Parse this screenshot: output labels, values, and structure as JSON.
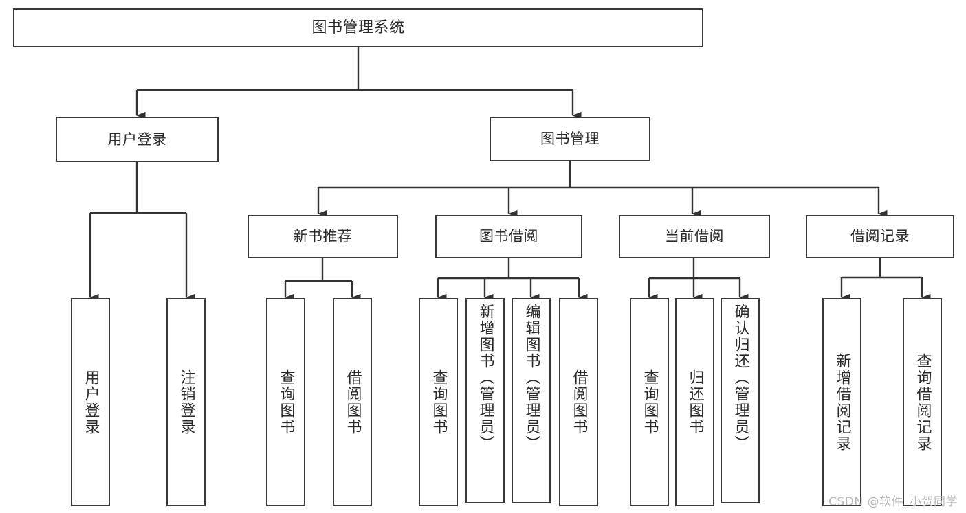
{
  "diagram": {
    "title": "图书管理系统",
    "type": "tree-hierarchy-diagram",
    "colors": {
      "box_border": "#3a3a3a",
      "box_fill": "#ffffff",
      "connector": "#333333",
      "text": "#2b2b2b",
      "watermark": "#b9b9b9",
      "background": "#ffffff"
    },
    "root": {
      "label": "图书管理系统"
    },
    "level2": [
      {
        "label": "用户登录"
      },
      {
        "label": "图书管理"
      }
    ],
    "level3": [
      {
        "label": "新书推荐"
      },
      {
        "label": "图书借阅"
      },
      {
        "label": "当前借阅"
      },
      {
        "label": "借阅记录"
      }
    ],
    "leaves": {
      "user_login": [
        {
          "label": "用户登录"
        },
        {
          "label": "注销登录"
        }
      ],
      "new_book_recommend": [
        {
          "label": "查询图书"
        },
        {
          "label": "借阅图书"
        }
      ],
      "book_borrow": [
        {
          "label": "查询图书"
        },
        {
          "label": "新增图书（管理员）"
        },
        {
          "label": "编辑图书（管理员）"
        },
        {
          "label": "借阅图书"
        }
      ],
      "current_borrow": [
        {
          "label": "查询图书"
        },
        {
          "label": "归还图书"
        },
        {
          "label": "确认归还（管理员）"
        }
      ],
      "borrow_record": [
        {
          "label": "新增借阅记录"
        },
        {
          "label": "查询借阅记录"
        }
      ]
    }
  },
  "watermark": {
    "text": "CSDN @软件_小贺同学"
  }
}
